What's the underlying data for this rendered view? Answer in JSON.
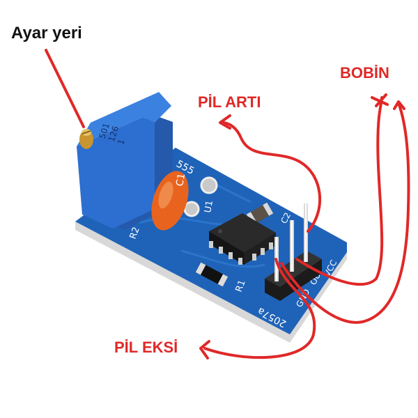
{
  "annotations": {
    "adjust": "Ayar yeri",
    "coil": "BOBİN",
    "battery_plus": "PİL ARTI",
    "battery_minus": "PİL EKSİ"
  },
  "board": {
    "pot_text_1": "501",
    "pot_text_2": "126",
    "pot_text_3": "1",
    "pcb_u1": "U1",
    "pcb_c1": "C1",
    "pcb_r2": "R2",
    "pcb_r1": "R1",
    "pcb_model": "2057a",
    "pcb_vcc": "VCC",
    "pcb_out": "OUT",
    "pcb_gnd": "GND",
    "pcb_c2": "C2",
    "pcb_555": "555"
  },
  "colors": {
    "annotation_red": "#e02828",
    "pcb_blue": "#1f63b8",
    "pot_blue": "#2d6fd0",
    "capacitor_orange": "#e8641e"
  }
}
